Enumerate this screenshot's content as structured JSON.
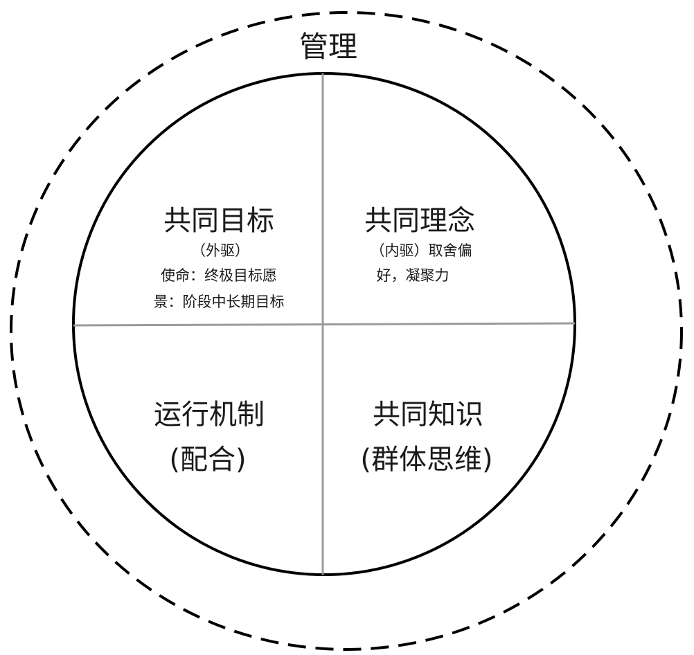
{
  "outer": {
    "label": "管理"
  },
  "quadrants": {
    "top_left": {
      "title": "共同目标",
      "lines": [
        "（外驱）",
        "使命：终极目标愿",
        "景：阶段中长期目标"
      ]
    },
    "top_right": {
      "title": "共同理念",
      "lines": [
        "（内驱）取舍偏",
        "好，凝聚力"
      ]
    },
    "bottom_left": {
      "title": "运行机制",
      "lines": [
        "(配合)"
      ]
    },
    "bottom_right": {
      "title": "共同知识",
      "lines": [
        "(群体思维)"
      ]
    }
  },
  "colors": {
    "line": "#000000",
    "divider": "#9a9a9a",
    "text": "#1a1a1a"
  }
}
